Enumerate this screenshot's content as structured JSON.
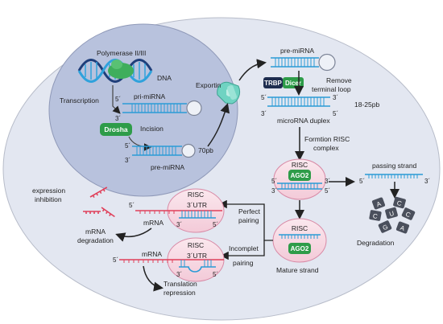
{
  "labels": {
    "polymerase": "Polymerase II/III",
    "dna": "DNA",
    "transcription": "Transcription",
    "pri_mirna": "pri-miRNA",
    "drosha": "Drosha",
    "incision": "Incision",
    "pre_mirna_nucleus": "pre-miRNA",
    "nt_70": "70pb",
    "exportin": "Exportin",
    "pre_mirna_top": "pre-miRNA",
    "trbp": "TRBP",
    "dicer": "Dicer",
    "remove_loop_1": "Remove",
    "remove_loop_2": "terminal loop",
    "bp_range": "18-25pb",
    "duplex": "microRNA duplex",
    "formation_1": "Formtion RISC",
    "formation_2": "complex",
    "risc_1": "RISC",
    "ago2_1": "AGO2",
    "passing_strand": "passing strand",
    "degradation": "Degradation",
    "risc_2": "RISC",
    "ago2_2": "AGO2",
    "mature_strand": "Mature strand",
    "risc_3": "RISC",
    "utr_3": "3´UTR",
    "mrna_top": "mRNA",
    "perfect_1": "Perfect",
    "perfect_2": "pairing",
    "mrna_deg_1": "mRNA",
    "mrna_deg_2": "degradation",
    "expr_1": "expression",
    "expr_2": "inhibition",
    "risc_4": "RISC",
    "utr_4": "3´UTR",
    "mrna_bottom": "mRNA",
    "incomplete_1": "Incomplet",
    "incomplete_2": "pairing",
    "translation_1": "Translation",
    "translation_2": "repression",
    "end5": "5´",
    "end3": "3´",
    "nuc_a": "A",
    "nuc_c": "C",
    "nuc_g": "G",
    "nuc_u": "U"
  },
  "colors": {
    "cell_fill": "#e3e7f1",
    "nucleus_fill": "#b8c2dd",
    "blue_strand": "#2a9bd6",
    "red_strand": "#e0405a",
    "green": "#2e9c49",
    "risc_pink": "#f7dbe5"
  }
}
